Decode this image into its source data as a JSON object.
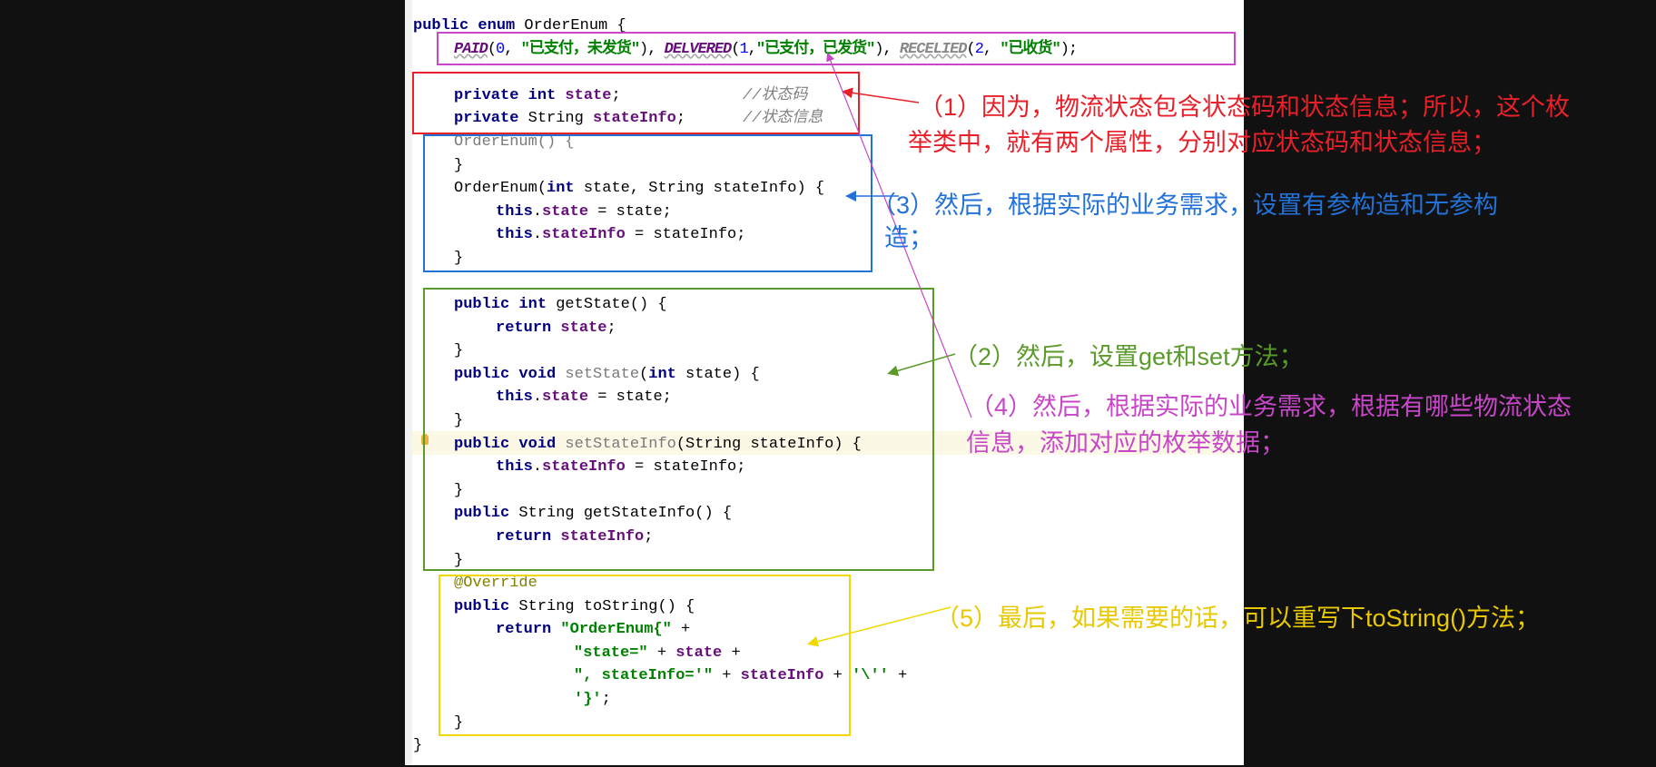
{
  "code": {
    "l1": {
      "a": "public enum ",
      "b": "OrderEnum {"
    },
    "l2": {
      "c1": "PAID",
      "a1": "(",
      "n1": "0",
      ", ": ", ",
      "s1": "\"已支付，未发货\"",
      "a2": "), ",
      "c2": "DELVERED",
      "a3": "(",
      "n2": "1",
      ",": ",",
      "s2": "\"已支付，已发货\"",
      "a4": "), ",
      "c3": "RECELIED",
      "a5": "(",
      "n3": "2",
      "c": ", ",
      "s3": "\"已收货\"",
      "e": ");"
    },
    "l3": {
      "k": "private int ",
      "f": "state",
      "e": ";",
      "c": "//状态码"
    },
    "l4": {
      "k": "private ",
      "t": "String ",
      "f": "stateInfo",
      "e": ";",
      "c": "//状态信息"
    },
    "l5": "OrderEnum() {",
    "close": "}",
    "l7": {
      "a": "OrderEnum(",
      "k": "int",
      "b": " state, String stateInfo) {"
    },
    "l8": {
      "k": "this",
      "d": ".",
      "f": "state",
      "e": " = state;"
    },
    "l9": {
      "k": "this",
      "d": ".",
      "f": "stateInfo",
      "e": " = stateInfo;"
    },
    "l11": {
      "k": "public int ",
      "e": "getState() {"
    },
    "l12": {
      "k": "return ",
      "f": "state",
      "e": ";"
    },
    "l14": {
      "k": "public void ",
      "m": "setState",
      "a": "(",
      "k2": "int",
      "e": " state) {"
    },
    "l17": {
      "k": "public void ",
      "m": "setStateInfo",
      "e": "(String stateInfo) {"
    },
    "l18": {
      "k": "this",
      "d": ".",
      "f": "stateInfo",
      "e": " = stateInfo;"
    },
    "l20": {
      "k": "public ",
      "e": "String getStateInfo() {"
    },
    "l21": {
      "k": "return ",
      "f": "stateInfo",
      "e": ";"
    },
    "l23": "@Override",
    "l24": {
      "k": "public ",
      "e": "String toString() {"
    },
    "l25": {
      "k": "return ",
      "s": "\"OrderEnum{\"",
      "e": " +"
    },
    "l26": {
      "s": "\"state=\"",
      "p": " + ",
      "f": "state",
      "e": " +"
    },
    "l27": {
      "s": "\", stateInfo='\"",
      "p": " + ",
      "f": "stateInfo",
      "p2": " + ",
      "s2": "'\\''",
      "e": " +"
    },
    "l28": {
      "s": "'}'",
      "e": ";"
    }
  },
  "notes": {
    "n1": [
      "（1）因为，物流状态包含状态码和状态信息；所以，这个枚",
      "举类中，就有两个属性，分别对应状态码和状态信息；"
    ],
    "n3": [
      "（3）然后，根据实际的业务需求，设置有参构造和无参构",
      "造；"
    ],
    "n2": "（2）然后，设置get和set方法；",
    "n4": [
      "（4）然后，根据实际的业务需求，根据有哪些物流状态",
      "信息，添加对应的枚举数据；"
    ],
    "n5": "（5）最后，如果需要的话，可以重写下toString()方法；"
  },
  "colors": {
    "red": "#e8202a",
    "blue": "#2272d8",
    "green": "#5a9a2a",
    "magenta": "#c846c8",
    "yellow": "#f0d800"
  }
}
